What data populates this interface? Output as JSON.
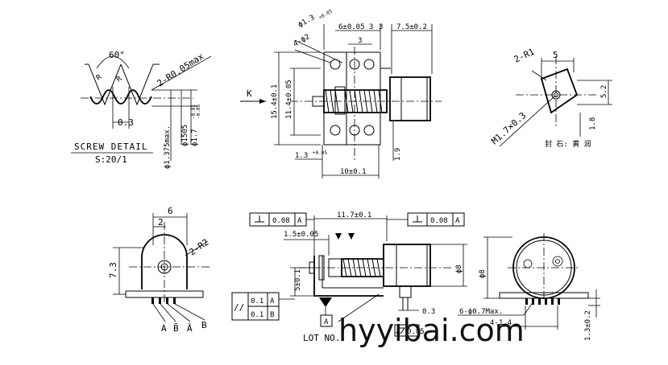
{
  "screw_detail": {
    "angle": "60°",
    "tip_radius": "2-R0.05max",
    "pitch": "0.3",
    "dia_root": "ϕ1.375max.",
    "dia_pitch": "ϕ1505",
    "dia_major": "ϕ1.7",
    "dia_major_tol_upper": "-0.01",
    "dia_major_tol_lower": "-0.05",
    "title": "SCREW DETAIL",
    "scale": "S:20/1"
  },
  "front_view": {
    "hole_dia": "ϕ1.3",
    "hole_dia_tol": "+0.05",
    "holes": "4-ϕ2",
    "width_6": "6±0.05",
    "dim_3a": "3",
    "dim_3b": "3",
    "dim_75": "7.5±0.2",
    "dim_3c": "3",
    "height_154": "15.4±0.1",
    "height_114": "11.4±0.05",
    "view_arrow": "K",
    "dim_13": "1.3",
    "dim_13_tol": "+0.05",
    "dim_10": "10±0.1",
    "dim_19": "1.9"
  },
  "side_view_k": {
    "radius": "2-R1",
    "width": "5",
    "height": "5.2",
    "dim_18": "1.8",
    "thread": "M1.7×0.3",
    "note": "封 石: 黄 润"
  },
  "end_view": {
    "width": "6",
    "half": "2",
    "radius": "2-R2",
    "height": "7.3",
    "pins": [
      "A",
      "B̄",
      "Ā",
      "B"
    ]
  },
  "bottom_view": {
    "perp_left": "0.08",
    "datum_left": "A",
    "length": "11.7±0.1",
    "perp_right": "0.08",
    "datum_right": "A",
    "dim_15": "1.5±0.05",
    "dim_5": "5±0.1",
    "dia_8": "ϕ8",
    "parallel_sym": "//",
    "parallel_1": "0.1",
    "parallel_1_datum": "A",
    "parallel_2": "0.1",
    "parallel_2_datum": "B",
    "datum_box": "A",
    "dim_03": "0.3",
    "lot_label": "LOT NO.",
    "flatness": "0.05"
  },
  "right_view": {
    "dia_8": "ϕ8",
    "pin_holes": "6-ϕ0.7Max.",
    "dim_14": "4-1.4",
    "dim_13": "1.3±0.2"
  },
  "watermark": "hyyibai.com"
}
